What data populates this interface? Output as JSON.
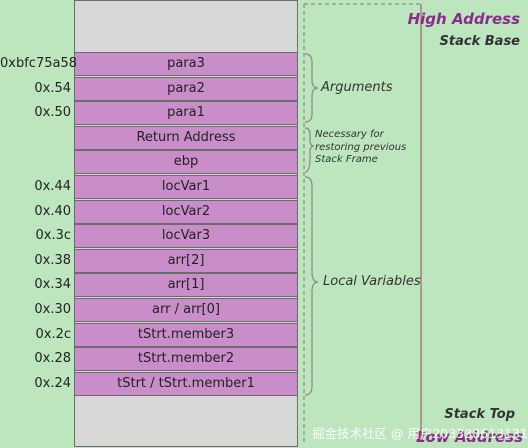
{
  "stack": {
    "cells": [
      {
        "label": "para3",
        "address": "0xbfc75a58"
      },
      {
        "label": "para2",
        "address": "0x.54"
      },
      {
        "label": "para1",
        "address": "0x.50"
      },
      {
        "label": "Return Address",
        "address": ""
      },
      {
        "label": "ebp",
        "address": ""
      },
      {
        "label": "locVar1",
        "address": "0x.44"
      },
      {
        "label": "locVar2",
        "address": "0x.40"
      },
      {
        "label": "locVar3",
        "address": "0x.3c"
      },
      {
        "label": "arr[2]",
        "address": "0x.38"
      },
      {
        "label": "arr[1]",
        "address": "0x.34"
      },
      {
        "label": "arr / arr[0]",
        "address": "0x.30"
      },
      {
        "label": "tStrt.member3",
        "address": "0x.2c"
      },
      {
        "label": "tStrt.member2",
        "address": "0x.28"
      },
      {
        "label": "tStrt / tStrt.member1",
        "address": "0x.24"
      }
    ]
  },
  "groups": {
    "arguments": "Arguments",
    "frame_note": [
      "Necessary for",
      "restoring previous",
      "Stack Frame"
    ],
    "locals": "Local Variables"
  },
  "axis": {
    "high": "High Address",
    "base": "Stack Base",
    "top": "Stack Top",
    "low": "Low Address"
  },
  "watermark": "掘金技术社区 @ 用户2033386131314",
  "colors": {
    "background": "#bde6bf",
    "cell": "#c98ec9",
    "empty": "#d7d7d7",
    "accent": "#8a2c8a"
  }
}
